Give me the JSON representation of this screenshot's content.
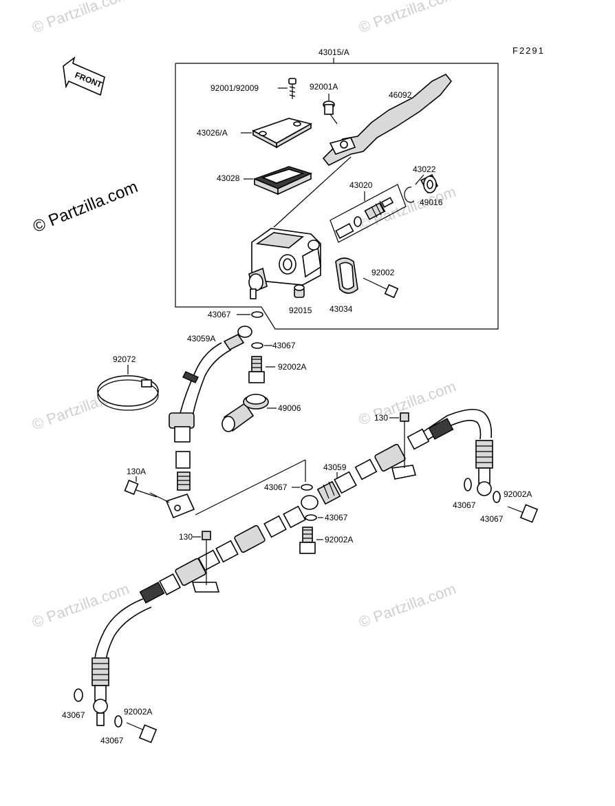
{
  "figure_code": "F2291",
  "front_label": "FRONT",
  "watermark_text": "© Partzilla.com",
  "labels": {
    "assembly_43015A": "43015/A",
    "screw_92001_92009": "92001/92009",
    "bolt_92001A": "92001A",
    "lever_46092": "46092",
    "cap_43026A": "43026/A",
    "diaphragm_43028": "43028",
    "piston_kit_43020": "43020",
    "circlip_43022": "43022",
    "boot_49016": "49016",
    "bolt_92002": "92002",
    "holder_43034": "43034",
    "cap_92015": "92015",
    "washer_43067_a": "43067",
    "hose_43059A": "43059A",
    "washer_43067_b": "43067",
    "banjo_92002A_a": "92002A",
    "band_92072": "92072",
    "boot_49006": "49006",
    "bolt_130_right": "130",
    "bolt_130A": "130A",
    "washer_43067_c": "43067",
    "hose_43059": "43059",
    "washer_43067_d": "43067",
    "banjo_92002A_b": "92002A",
    "bolt_130_mid": "130",
    "washer_43067_e": "43067",
    "banjo_92002A_c": "92002A",
    "washer_43067_f": "43067",
    "washer_43067_g": "43067",
    "banjo_92002A_d": "92002A",
    "washer_43067_h": "43067"
  },
  "colors": {
    "line": "#000000",
    "watermark": "#cfcfcf",
    "background": "#ffffff"
  }
}
